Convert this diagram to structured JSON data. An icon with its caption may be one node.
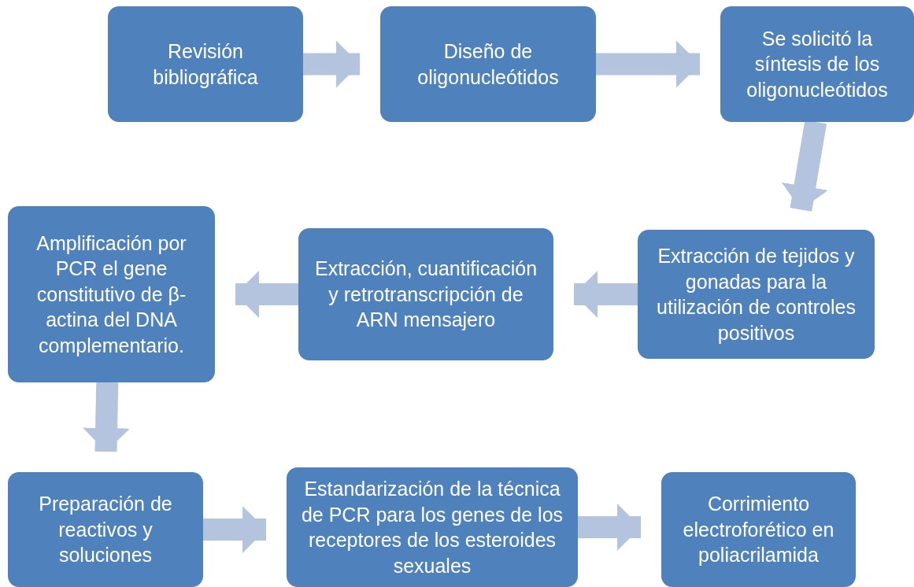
{
  "diagram": {
    "nodes": [
      {
        "text": [
          "Revisión bibliográfica"
        ]
      },
      {
        "text": [
          "Diseño de oligonucleótidos"
        ]
      },
      {
        "text": [
          "Se solicitó la síntesis de los oligonucleótidos"
        ]
      },
      {
        "text": [
          "Extracción de tejidos y gonadas para la utilización de controles positivos"
        ]
      },
      {
        "text": [
          "Extracción, cuantificación y retrotranscripción de ARN mensajero"
        ]
      },
      {
        "text": [
          "Amplificación por PCR el gene constitutivo de β-actina del DNA complementario."
        ]
      },
      {
        "text": [
          "Preparación de reactivos y soluciones"
        ]
      },
      {
        "text": [
          "Estandarización de la técnica de PCR para los genes de los receptores de los esteroides sexuales"
        ]
      },
      {
        "text": [
          "Corrimiento electroforético en poliacrilamida"
        ]
      }
    ],
    "edges": [
      {
        "from": 0,
        "to": 1,
        "arrow": "to"
      },
      {
        "from": 1,
        "to": 2,
        "arrow": "to"
      },
      {
        "from": 2,
        "to": 3,
        "arrow": "to"
      },
      {
        "from": 3,
        "to": 4,
        "arrow": "to"
      },
      {
        "from": 4,
        "to": 5,
        "arrow": "to"
      },
      {
        "from": 5,
        "to": 6,
        "arrow": "to"
      },
      {
        "from": 6,
        "to": 7,
        "arrow": "to"
      },
      {
        "from": 7,
        "to": 8,
        "arrow": "to"
      }
    ]
  }
}
